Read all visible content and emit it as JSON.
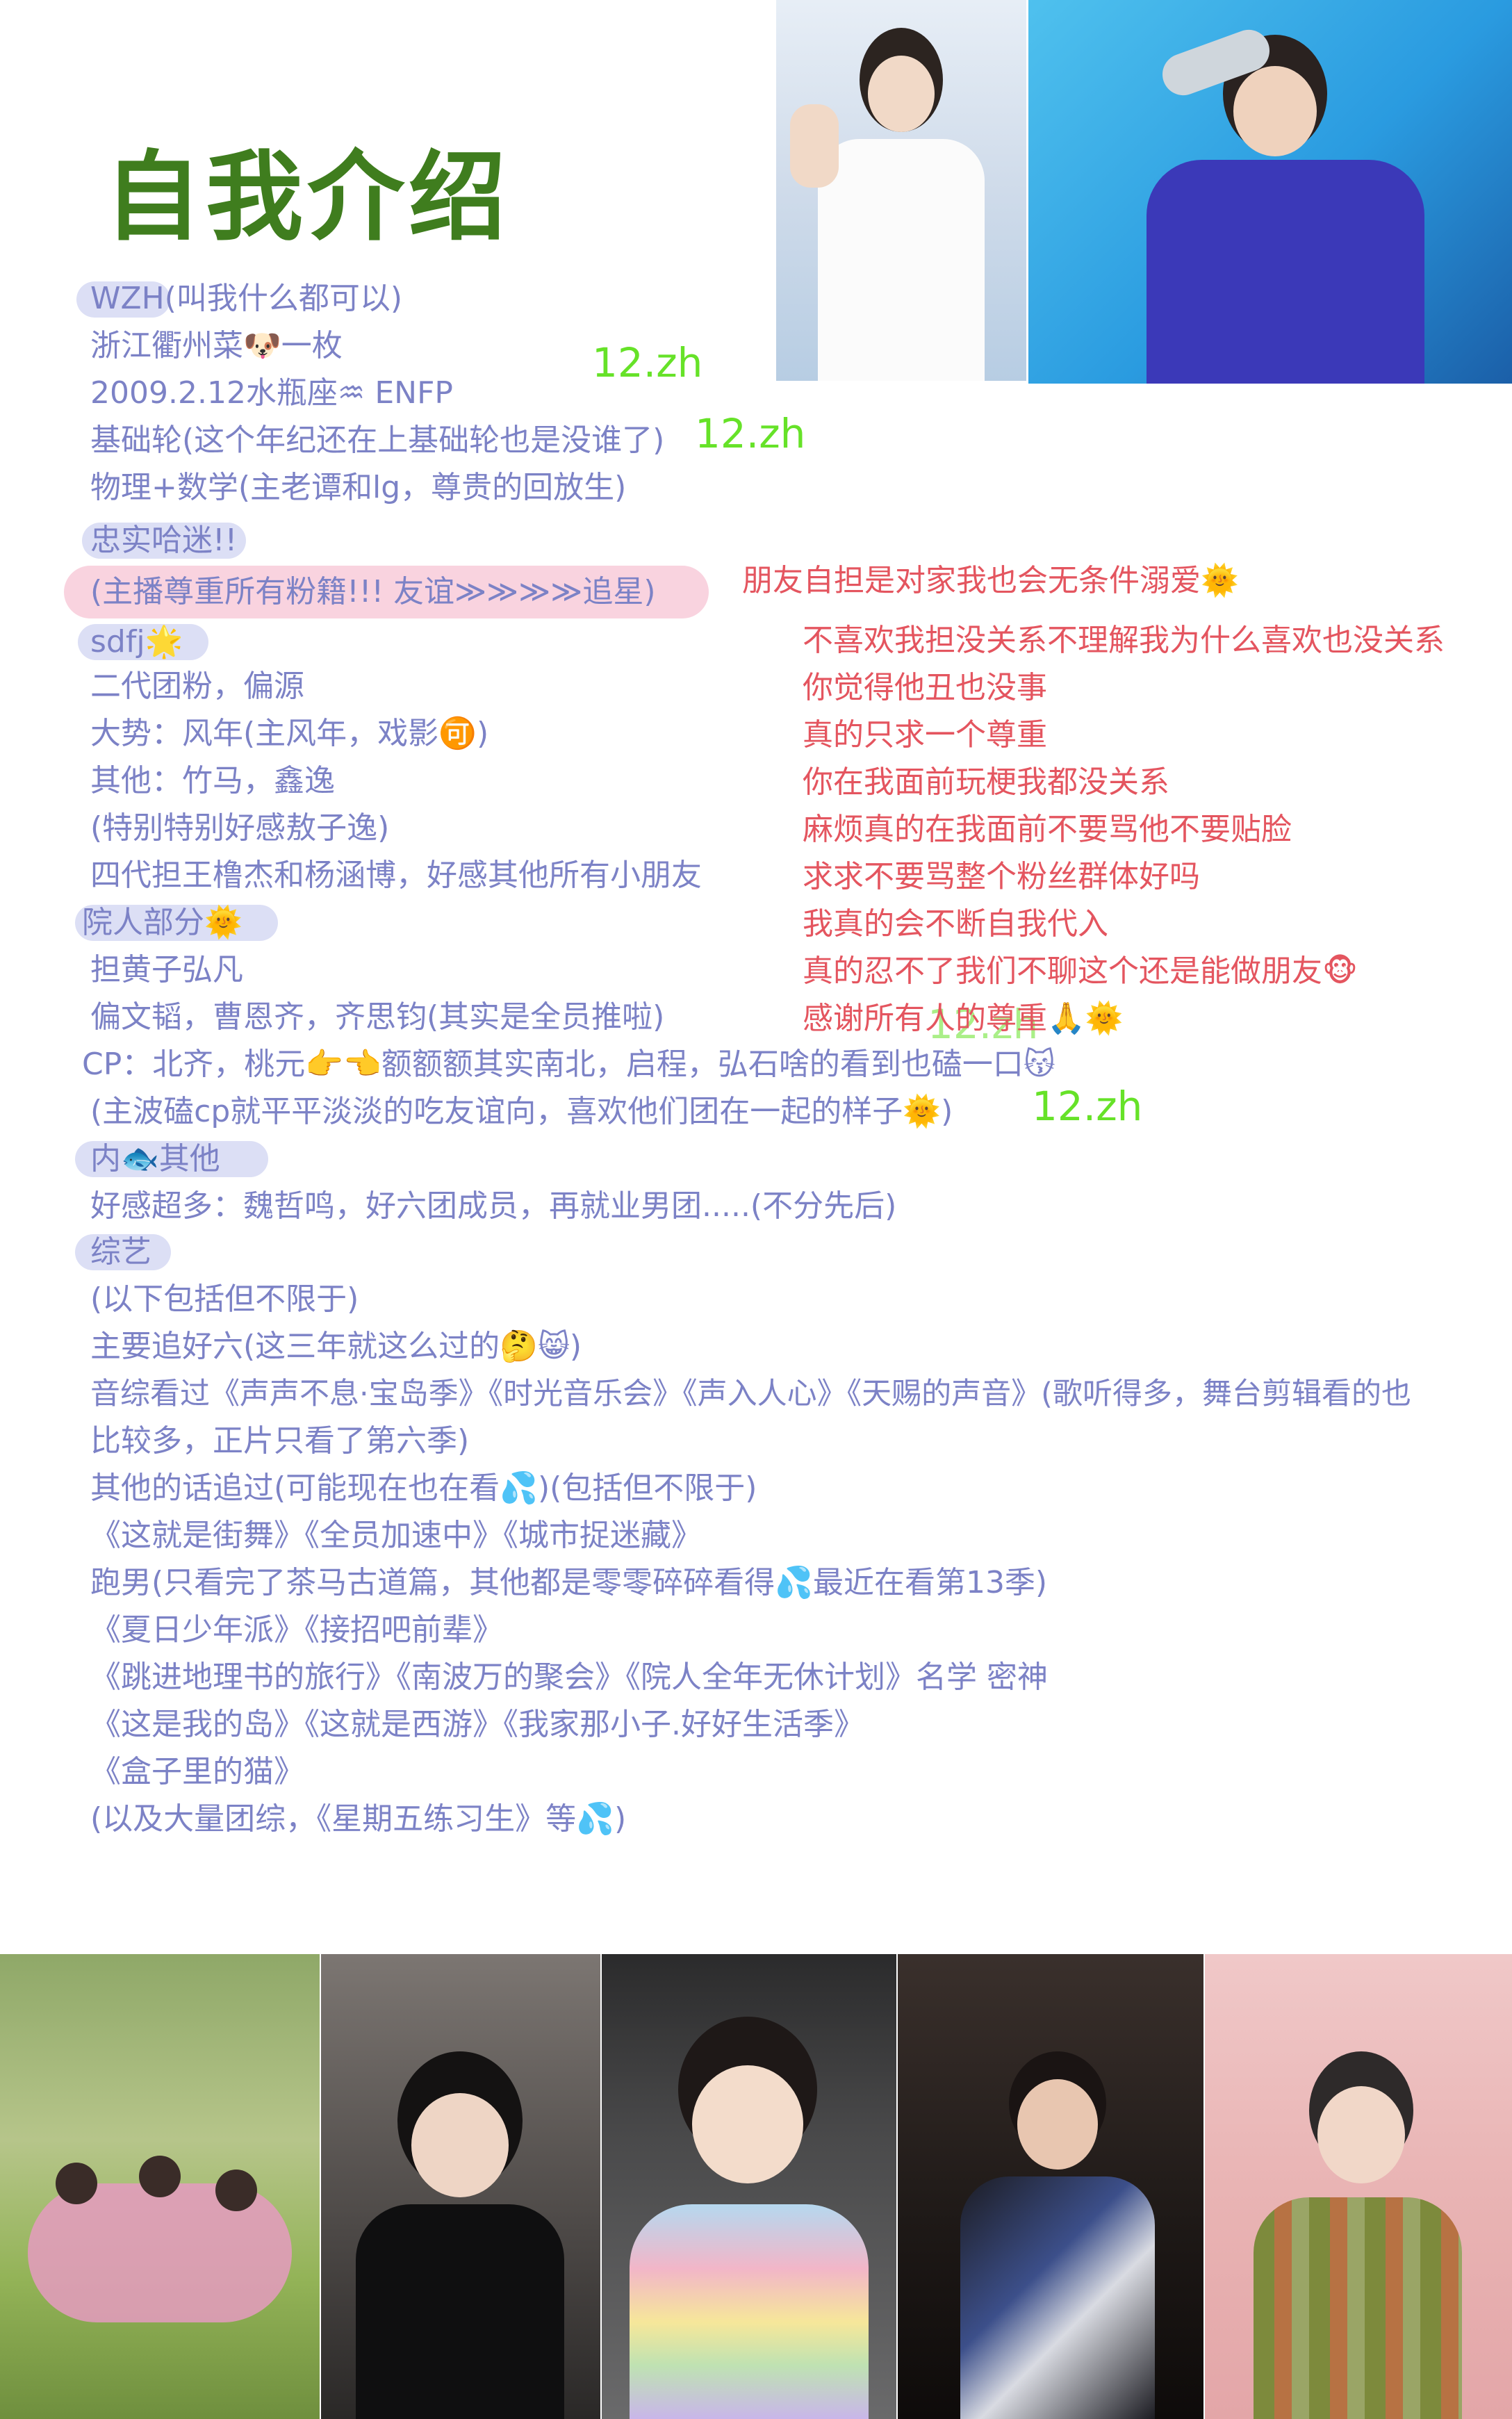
{
  "title": "自我介绍",
  "intro_lines": [
    "WZH(叫我什么都可以)",
    "浙江衢州菜🐶一枚",
    "2009.2.12水瓶座♒ ENFP",
    "基础轮(这个年纪还在上基础轮也是没谁了)",
    "物理+数学(主老谭和lg，尊贵的回放生)"
  ],
  "section_fan": "忠实哈迷!!",
  "fan_note": "(主播尊重所有粉籍!!! 友谊≫≫≫≫追星)",
  "section_sdfj": "sdfj🌟",
  "sdfj_lines": [
    "二代团粉，偏源",
    "大势：风年(主风年，戏影🉑)",
    "其他：竹马，鑫逸",
    "(特别特别好感敖子逸)",
    "四代担王橹杰和杨涵博，好感其他所有小朋友"
  ],
  "section_yuanren": "院人部分🌞",
  "yuanren_lines": [
    "担黄子弘凡",
    "偏文韬，曹恩齐，齐思钧(其实是全员推啦)",
    "CP：北齐，桃元👉👈额额额其实南北，启程，弘石啥的看到也磕一口😽",
    "(主波磕cp就平平淡淡的吃友谊向，喜欢他们团在一起的样子🌞)"
  ],
  "section_neiyu": "内🐟其他",
  "neiyu_line": "好感超多：魏哲鸣，好六团成员，再就业男团.....(不分先后)",
  "section_zongyi": "综艺",
  "zongyi_lines": [
    "(以下包括但不限于)",
    "主要追好六(这三年就这么过的🤔😸)",
    "音综看过《声声不息·宝岛季》《时光音乐会》《声入人心》《天赐的声音》(歌听得多，舞台剪辑看的也",
    "比较多，正片只看了第六季)",
    "其他的话追过(可能现在也在看💦)(包括但不限于)",
    "《这就是街舞》《全员加速中》《城市捉迷藏》",
    "跑男(只看完了茶马古道篇，其他都是零零碎碎看得💦最近在看第13季)",
    "《夏日少年派》《接招吧前辈》",
    "《跳进地理书的旅行》《南波万的聚会》《院人全年无休计划》名学 密神",
    "《这是我的岛》《这就是西游》《我家那小子.好好生活季》",
    "《盒子里的猫》",
    "(以及大量团综，《星期五练习生》等💦)"
  ],
  "red_lines": [
    "朋友自担是对家我也会无条件溺爱🌞",
    "不喜欢我担没关系不理解我为什么喜欢也没关系",
    "你觉得他丑也没事",
    "真的只求一个尊重",
    "你在我面前玩梗我都没关系",
    "麻烦真的在我面前不要骂他不要贴脸",
    "求求不要骂整个粉丝群体好吗",
    "我真的会不断自我代入",
    "真的忍不了我们不聊这个还是能做朋友🐵",
    "感谢所有人的尊重🙏🌞"
  ],
  "signature": "12.zh",
  "colors": {
    "title": "#3f7d1e",
    "body_text": "#7c82c6",
    "red_text": "#e4555f",
    "signature": "#66e228",
    "highlight_blue": "#dcdff5",
    "highlight_pink": "#f9d3df"
  }
}
